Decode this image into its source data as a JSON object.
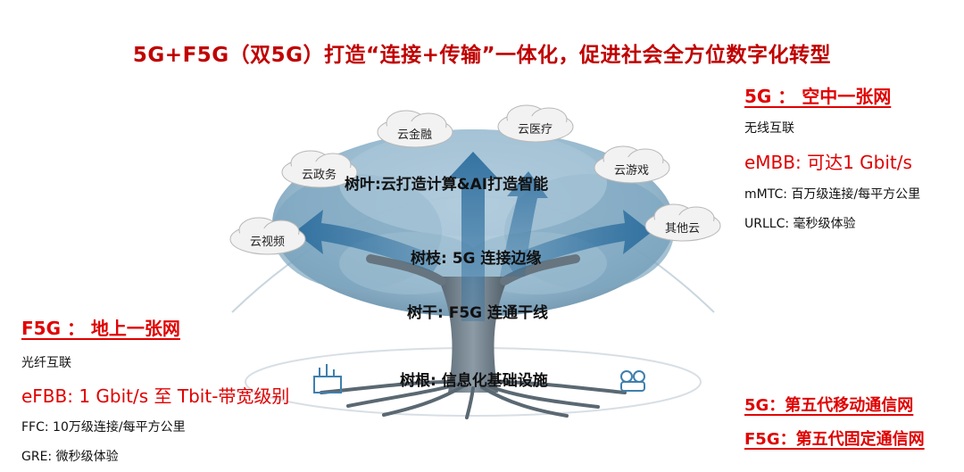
{
  "title": "5G+F5G（双5G）打造“连接+传输”一体化，促进社会全方位数字化转型",
  "right_panel": {
    "heading": "5G ： 空中一张网",
    "line1": "无线互联",
    "line2": "eMBB: 可达1 Gbit/s",
    "line3": "mMTC: 百万级连接/每平方公里",
    "line4": "URLLC: 毫秒级体验"
  },
  "left_panel": {
    "heading": "F5G ： 地上一张网",
    "line1": "光纤互联",
    "line2": "eFBB: 1 Gbit/s 至 Tbit-带宽级别",
    "line3": "FFC: 10万级连接/每平方公里",
    "line4": "GRE: 微秒级体验"
  },
  "definitions": {
    "d1": "5G：第五代移动通信网",
    "d2": "F5G：第五代固定通信网"
  },
  "clouds": {
    "c1": "云金融",
    "c2": "云医疗",
    "c3": "云政务",
    "c4": "云游戏",
    "c5": "云视频",
    "c6": "其他云"
  },
  "tree": {
    "leaves": "树叶:云打造计算&AI打造智能",
    "branches": "树枝: 5G 连接边缘",
    "trunk": "树干: F5G 连通干线",
    "roots": "树根: 信息化基础设施"
  },
  "colors": {
    "red": "#e00000",
    "title_red": "#c00000",
    "canopy": "#7fa6bd",
    "arrow": "#3f7fae",
    "trunk": "#6b7d89"
  }
}
